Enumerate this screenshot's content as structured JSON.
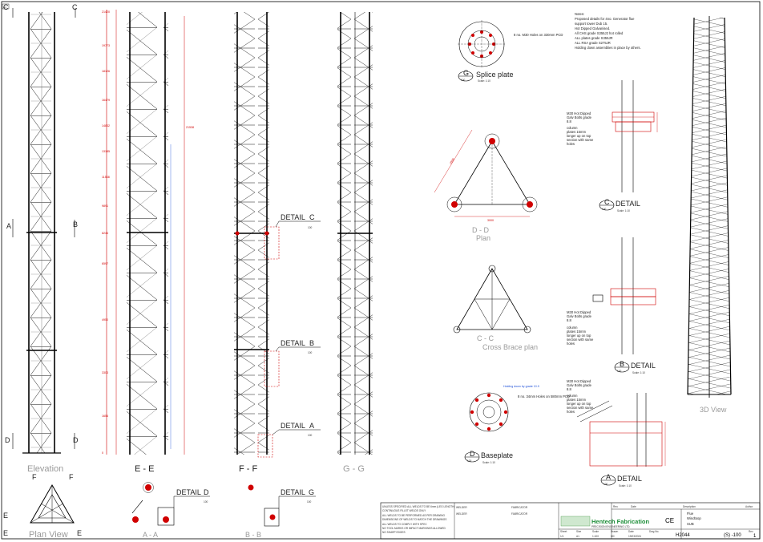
{
  "sheet": {
    "corner_mark": "A1",
    "notes": [
      "Notes:",
      "Proposed details for 4no. Generator flue",
      "support tower Dub 15.",
      "Hot Dipped Galvanised.",
      "All CHS grade S355J2 hot rolled",
      "ALL plates grade S355JR",
      "ALL RSA grade S275JR",
      "Holding down assemblies in place by others."
    ]
  },
  "views": {
    "elevation": "Elevation",
    "e_e": "E  -  E",
    "f_f": "F  -  F",
    "g_g": "G  -  G",
    "view_3d": "3D  View",
    "plan_view": "Plan View",
    "a_a": "A  -  A",
    "b_b": "B  -  B",
    "d_d_plan": "D  -  D",
    "d_d_sub": "Plan",
    "c_c_plan": "C  -  C",
    "c_c_sub": "Cross Brace plan"
  },
  "section_markers": {
    "c": "C",
    "a": "A",
    "b": "B",
    "d": "D",
    "e": "E",
    "f": "F"
  },
  "details": {
    "g": {
      "letter": "G",
      "title": "Splice plate",
      "scale_num": "100",
      "scale": "Scale: 1:10"
    },
    "d_baseplate": {
      "letter": "D",
      "title": "Baseplate",
      "scale_num": "100",
      "scale": "Scale: 1:10"
    },
    "c": {
      "letter": "C",
      "title": "DETAIL",
      "scale_num": "100",
      "scale": "Scale: 1:10"
    },
    "b": {
      "letter": "B",
      "title": "DETAIL",
      "scale_num": "100",
      "scale": "Scale: 1:10"
    },
    "a": {
      "letter": "A",
      "title": "DETAIL",
      "scale_num": "100",
      "scale": "Scale: 1:10"
    },
    "f_c": {
      "letter": "C",
      "title": "DETAIL",
      "scale_num": "100"
    },
    "f_b": {
      "letter": "B",
      "title": "DETAIL",
      "scale_num": "100"
    },
    "f_a": {
      "letter": "A",
      "title": "DETAIL",
      "scale_num": "100"
    },
    "bottom_d": {
      "letter": "D",
      "title": "DETAIL",
      "scale_num": "100"
    },
    "bottom_g": {
      "letter": "G",
      "title": "DETAIL",
      "scale_num": "100"
    }
  },
  "callouts": {
    "splice_holes": "8 no. M30 Holes on 330mm PCD",
    "base_holes": "8 no. 34mm Holes on 580mm PCD",
    "base_hd": "Holding down by grade 10.9",
    "bolt_c": [
      "M30 Hot Dipped",
      "Galv Bolts grade",
      "8.8"
    ],
    "column_c": [
      "column",
      "plates 15mm",
      "longer up on top",
      "section with same",
      "holes"
    ],
    "bolt_b": [
      "M30 Hot Dipped",
      "Galv Bolts grade",
      "8.8"
    ],
    "column_b": [
      "column",
      "plates 15mm",
      "longer up on top",
      "section with same",
      "holes"
    ],
    "bolt_a": [
      "M30 Hot Dipped",
      "Galv Bolts grade",
      "8.8"
    ],
    "column_a": [
      "column",
      "plates 15mm",
      "longer up on top",
      "section with same",
      "holes"
    ]
  },
  "dimensions": {
    "elevations": [
      "21420",
      "19773",
      "18126",
      "16479",
      "14832",
      "13185",
      "11538",
      "9891",
      "8244",
      "6597",
      "4950",
      "3303",
      "1656",
      "0"
    ],
    "total_height": "21538",
    "plan_side": "3000",
    "plan_diag": "2598"
  },
  "title_block": {
    "general_notes": [
      "UNLESS SPECIFIED ALL WELDS TO BE 6mm (LEG LENGTH)",
      "CONTINUOUS FILLET WELDS ONLY",
      "ALL WELDS TO BE PERFORMED AS PER DRAWING",
      "DIMENSIONS OF WELDS TO MATCH THE DRAWINGS",
      "ALL WELDS TO COMPLY WITH SPEC",
      "NO TOOL MARKS OR IMPACT MARKINGS ALLOWED",
      "NO SHARP EDGES"
    ],
    "welder_label": "WELDER",
    "fabricator_label": "FABRICATOR",
    "company": "Hentech Fabrication",
    "company_sub": "PRECISION ENGINEERING LTD.",
    "rev_label": "Rev.",
    "date_label": "Date",
    "description_label": "Description",
    "author_label": "Author",
    "title_lines": [
      "Flue",
      "Windtoop",
      "SUB"
    ],
    "dwg_no": "H2044",
    "sheet_no": "(S) -100",
    "ce_mark": "CE",
    "revision": "1",
    "small_labels": [
      "Sheet",
      "Size",
      "Scale",
      "Drawn",
      "Date",
      "Dwg No.",
      "Rev"
    ],
    "small_values": [
      "1/1",
      "A1",
      "1:100",
      "MC",
      "19/03/2024"
    ]
  }
}
